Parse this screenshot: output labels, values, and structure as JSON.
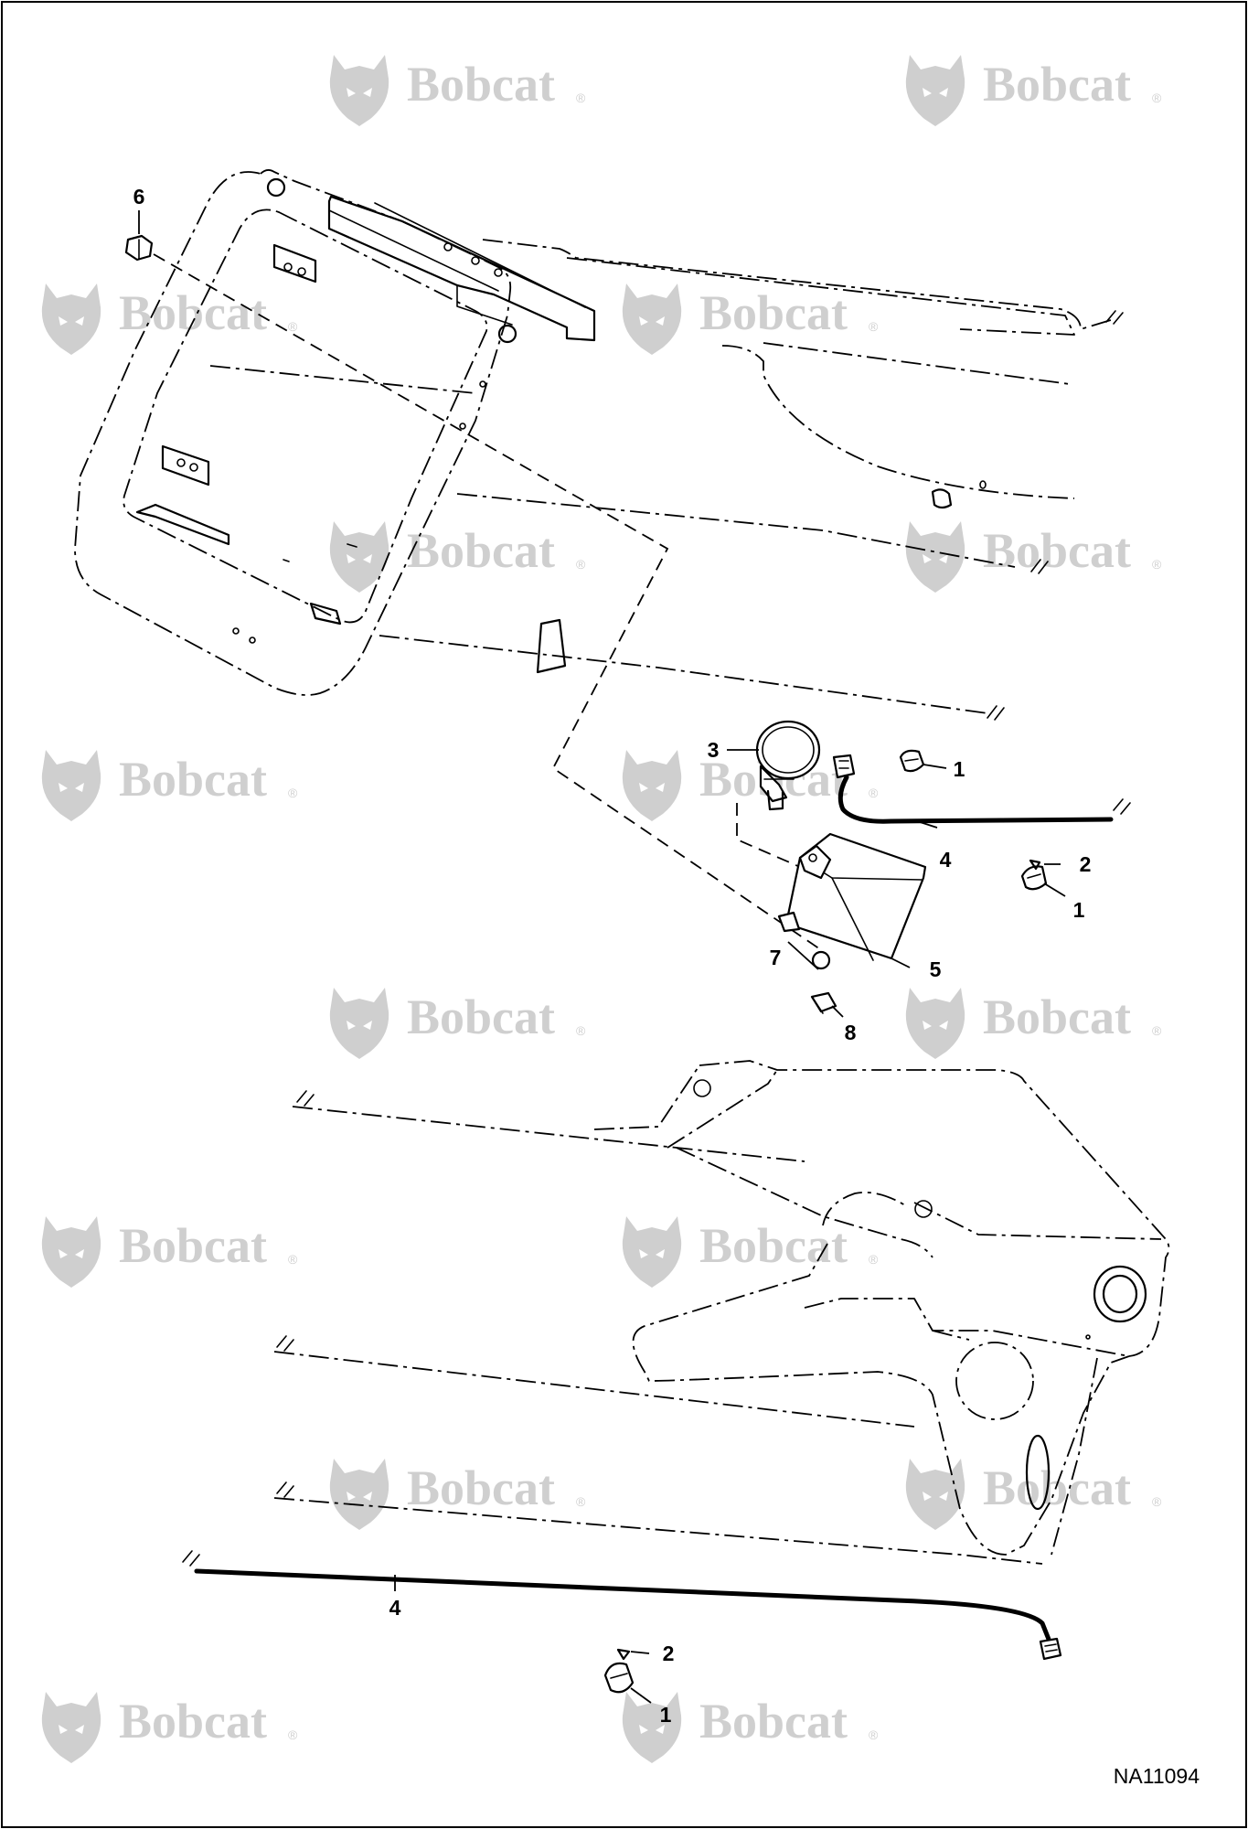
{
  "figure": {
    "id": "NA11094",
    "border_color": "#000000",
    "background": "#ffffff"
  },
  "watermark": {
    "text": "Bobcat",
    "mark": "®",
    "icon": "bobcat-head-logo-icon",
    "color": "#cfcfcf"
  },
  "callouts": [
    {
      "id": "callout-6",
      "label": "6"
    },
    {
      "id": "callout-3",
      "label": "3"
    },
    {
      "id": "callout-1-a",
      "label": "1"
    },
    {
      "id": "callout-4-a",
      "label": "4"
    },
    {
      "id": "callout-2-a",
      "label": "2"
    },
    {
      "id": "callout-1-b",
      "label": "1"
    },
    {
      "id": "callout-7",
      "label": "7"
    },
    {
      "id": "callout-5",
      "label": "5"
    },
    {
      "id": "callout-8",
      "label": "8"
    },
    {
      "id": "callout-4-b",
      "label": "4"
    },
    {
      "id": "callout-2-b",
      "label": "2"
    },
    {
      "id": "callout-1-c",
      "label": "1"
    }
  ]
}
